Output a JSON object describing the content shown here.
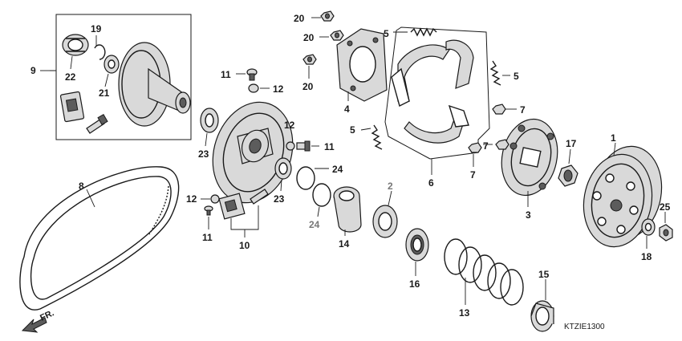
{
  "diagram_code": "KTZIE1300",
  "front_arrow_label": "FR.",
  "callouts": {
    "n1": "1",
    "n2": "2",
    "n3": "3",
    "n4": "4",
    "n5a": "5",
    "n5b": "5",
    "n5c": "5",
    "n6": "6",
    "n7a": "7",
    "n7b": "7",
    "n7c": "7",
    "n8": "8",
    "n9": "9",
    "n10": "10",
    "n11a": "11",
    "n11b": "11",
    "n11c": "11",
    "n12a": "12",
    "n12b": "12",
    "n12c": "12",
    "n13": "13",
    "n14": "14",
    "n15": "15",
    "n16": "16",
    "n17": "17",
    "n18": "18",
    "n19": "19",
    "n20a": "20",
    "n20b": "20",
    "n20c": "20",
    "n21": "21",
    "n22": "22",
    "n23a": "23",
    "n23b": "23",
    "n24a": "24",
    "n24b": "24",
    "n25": "25"
  }
}
